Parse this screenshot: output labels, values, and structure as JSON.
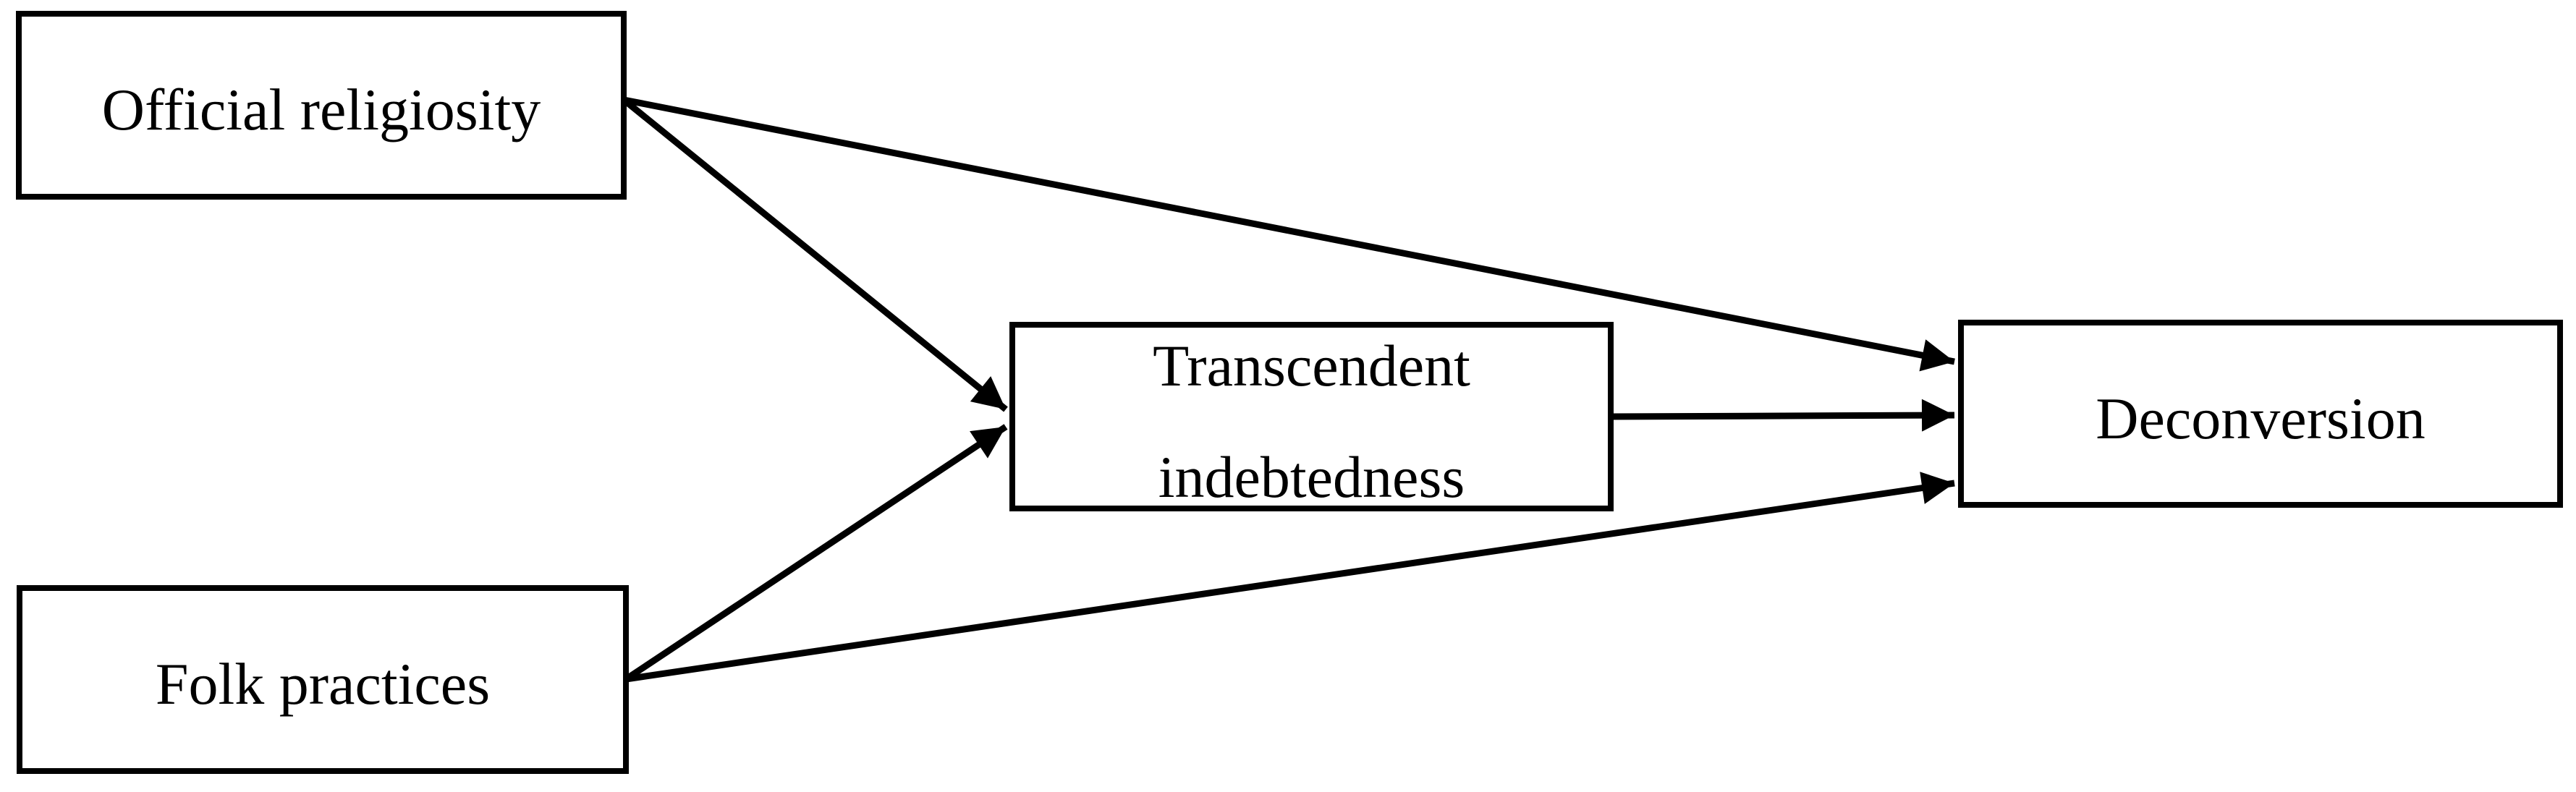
{
  "diagram": {
    "background_color": "#ffffff",
    "stroke_color": "#000000",
    "nodes": {
      "official": {
        "label": "Official religiosity"
      },
      "folk": {
        "label": "Folk practices"
      },
      "transcendent": {
        "label_lines": [
          "Transcendent",
          "indebtedness"
        ]
      },
      "deconversion": {
        "label": "Deconversion"
      }
    },
    "edges": [
      {
        "from": "official",
        "to": "deconversion"
      },
      {
        "from": "official",
        "to": "transcendent"
      },
      {
        "from": "folk",
        "to": "transcendent"
      },
      {
        "from": "folk",
        "to": "deconversion"
      },
      {
        "from": "transcendent",
        "to": "deconversion"
      }
    ]
  }
}
